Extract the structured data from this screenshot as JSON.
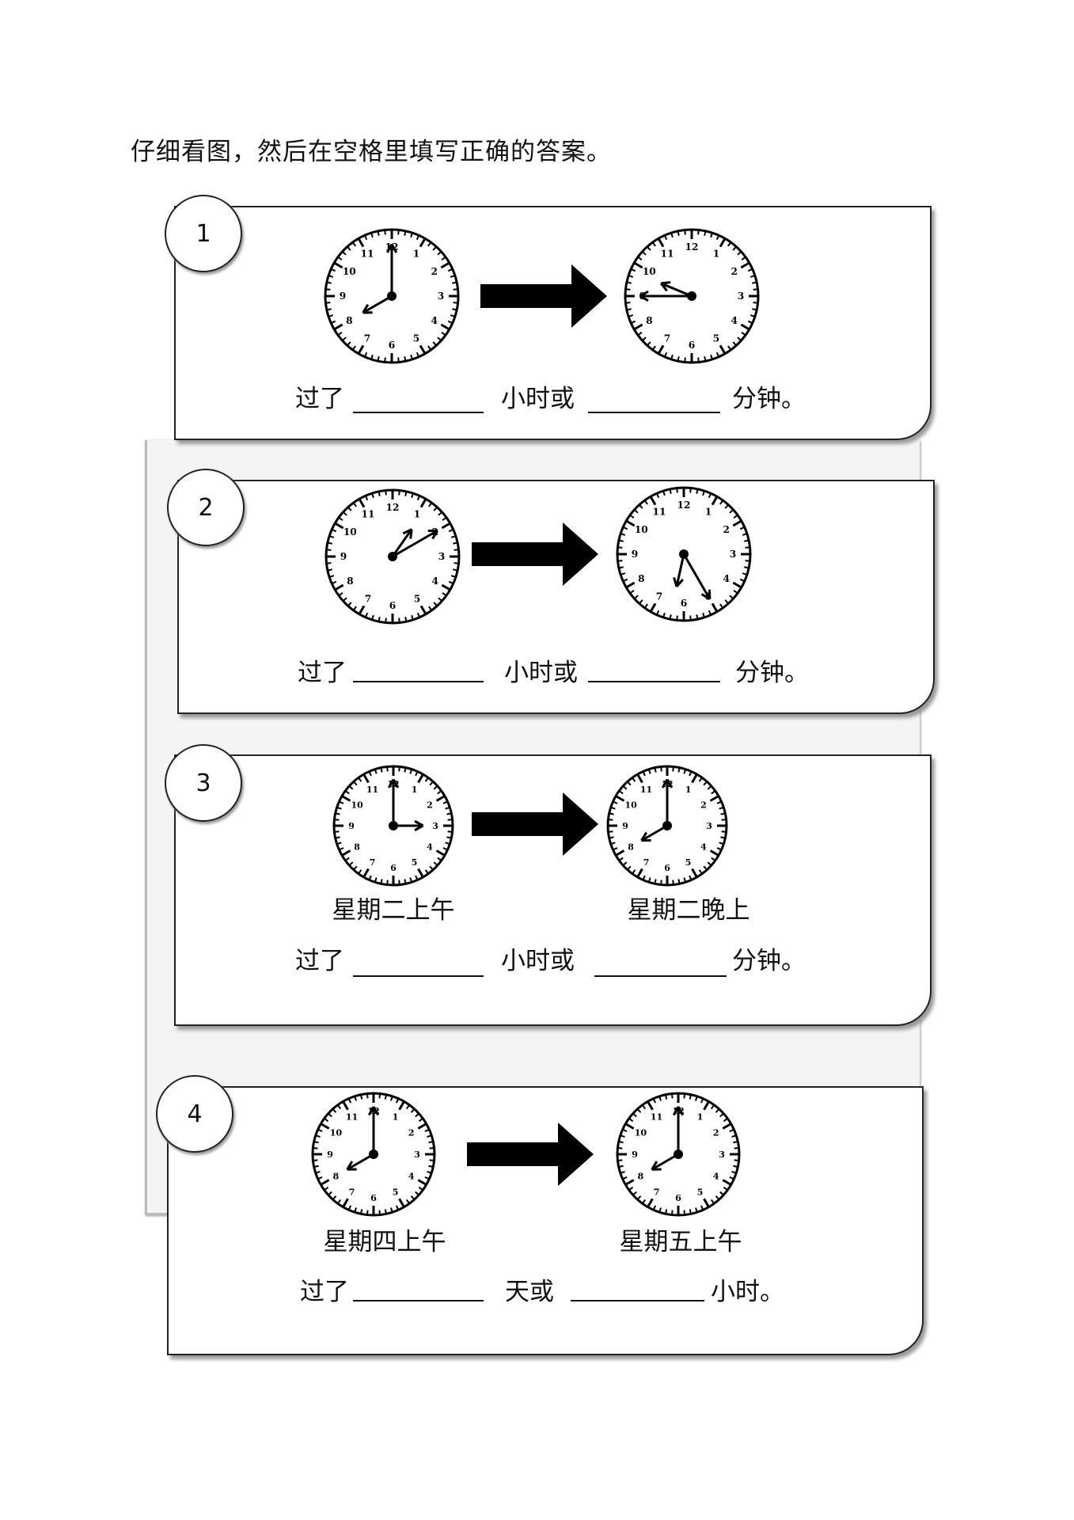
{
  "instruction": "仔细看图，然后在空格里填写正确的答案。",
  "questions": [
    {
      "number": "1",
      "from": {
        "hour": 8,
        "minute": 0
      },
      "to": {
        "hour": 9,
        "minute": 45
      },
      "words": [
        "过了",
        "小时或",
        "分钟。"
      ]
    },
    {
      "number": "2",
      "from": {
        "hour": 1,
        "minute": 10
      },
      "to": {
        "hour": 6,
        "minute": 25
      },
      "words": [
        "过了",
        "小时或",
        "分钟。"
      ]
    },
    {
      "number": "3",
      "from": {
        "hour": 3,
        "minute": 0
      },
      "to": {
        "hour": 8,
        "minute": 0
      },
      "from_label": "星期二上午",
      "to_label": "星期二晚上",
      "words": [
        "过了",
        "小时或",
        "分钟。"
      ]
    },
    {
      "number": "4",
      "from": {
        "hour": 8,
        "minute": 0
      },
      "to": {
        "hour": 8,
        "minute": 0
      },
      "from_label": "星期四上午",
      "to_label": "星期五上午",
      "words": [
        "过了",
        "天或",
        "小时。"
      ]
    }
  ]
}
